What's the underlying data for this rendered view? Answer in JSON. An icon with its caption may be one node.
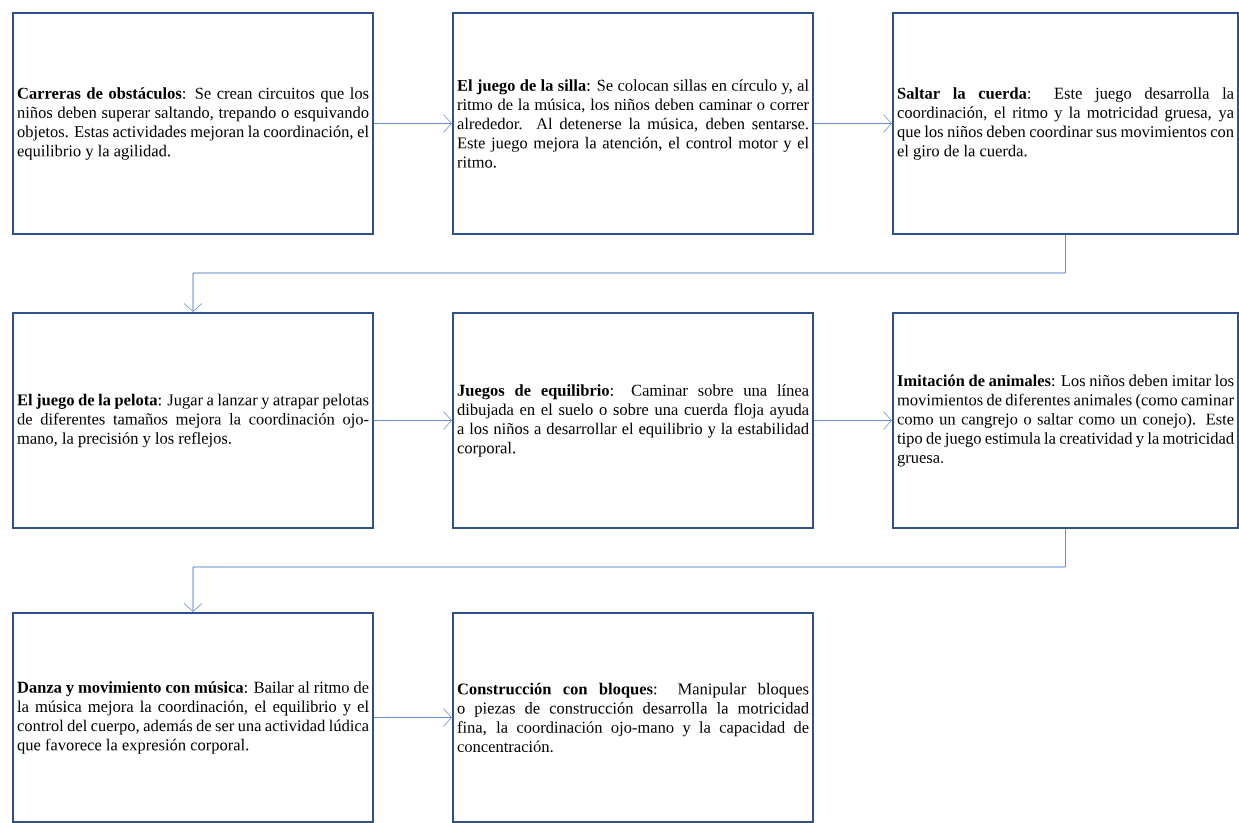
{
  "diagram": {
    "nodes": [
      {
        "text": [
          "**Carreras de obstáculos**: Se crean circuitos que los niños deben superar saltando, trepando o esquivando objetos. Estas actividades mejoran la coordinación, el equilibrio y la agilidad."
        ]
      },
      {
        "text": [
          "**El juego de la silla**: Se colocan sillas en círculo y, al ritmo de la música, los niños deben caminar o correr alrededor. Al detenerse la música, deben sentarse. Este juego mejora la atención, el control motor y el ritmo."
        ]
      },
      {
        "text": [
          "**Saltar la cuerda**: Este juego desarrolla la coordinación, el ritmo y la motricidad gruesa, ya que los niños deben coordinar sus movimientos con el giro de la cuerda."
        ]
      },
      {
        "text": [
          "**El juego de la pelota**: Jugar a lanzar y atrapar pelotas de diferentes tamaños mejora la coordinación ojo-mano, la precisión y los reflejos."
        ]
      },
      {
        "text": [
          "**Juegos de equilibrio**: Caminar sobre una línea dibujada en el suelo o sobre una cuerda floja ayuda a los niños a desarrollar el equilibrio y la estabilidad corporal."
        ]
      },
      {
        "text": [
          "**Imitación de animales**: Los niños deben imitar los movimientos de diferentes animales (como caminar como un cangrejo o saltar como un conejo). Este tipo de juego estimula la creatividad y la motricidad gruesa."
        ]
      },
      {
        "text": [
          "**Danza y movimiento con música**: Bailar al ritmo de la música mejora la coordinación, el equilibrio y el control del cuerpo, además de ser una actividad lúdica que favorece la expresión corporal."
        ]
      },
      {
        "text": [
          "**Construcción con bloques**: Manipular bloques o piezas de construcción desarrolla la motricidad fina, la coordinación ojo-mano y la capacidad de concentración."
        ]
      }
    ],
    "edges": [
      {
        "from": 0,
        "to": 1,
        "arrow": "to"
      },
      {
        "from": 1,
        "to": 2,
        "arrow": "to"
      },
      {
        "from": 2,
        "to": 3,
        "arrow": "to"
      },
      {
        "from": 3,
        "to": 4,
        "arrow": "to"
      },
      {
        "from": 4,
        "to": 5,
        "arrow": "to"
      },
      {
        "from": 5,
        "to": 6,
        "arrow": "to"
      },
      {
        "from": 6,
        "to": 7,
        "arrow": "to"
      }
    ]
  }
}
